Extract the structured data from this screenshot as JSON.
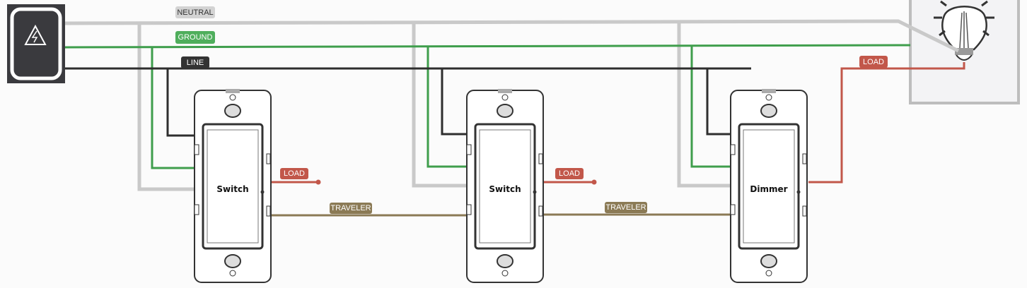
{
  "labels": {
    "neutral": "NEUTRAL",
    "ground": "GROUND",
    "line": "LINE",
    "load_main": "LOAD",
    "load_1": "LOAD",
    "load_2": "LOAD",
    "traveler_1": "TRAVELER",
    "traveler_2": "TRAVELER"
  },
  "devices": [
    {
      "label": "Switch"
    },
    {
      "label": "Switch"
    },
    {
      "label": "Dimmer"
    }
  ],
  "colors": {
    "neutral": "#c9c9c9",
    "ground": "#3f9e4c",
    "line": "#2e2e2e",
    "load": "#c2574a",
    "traveler": "#8b7a55",
    "panel": "#3a3a3e"
  },
  "icons": {
    "panel": "electric-hazard-icon",
    "bulb": "light-bulb-icon"
  }
}
